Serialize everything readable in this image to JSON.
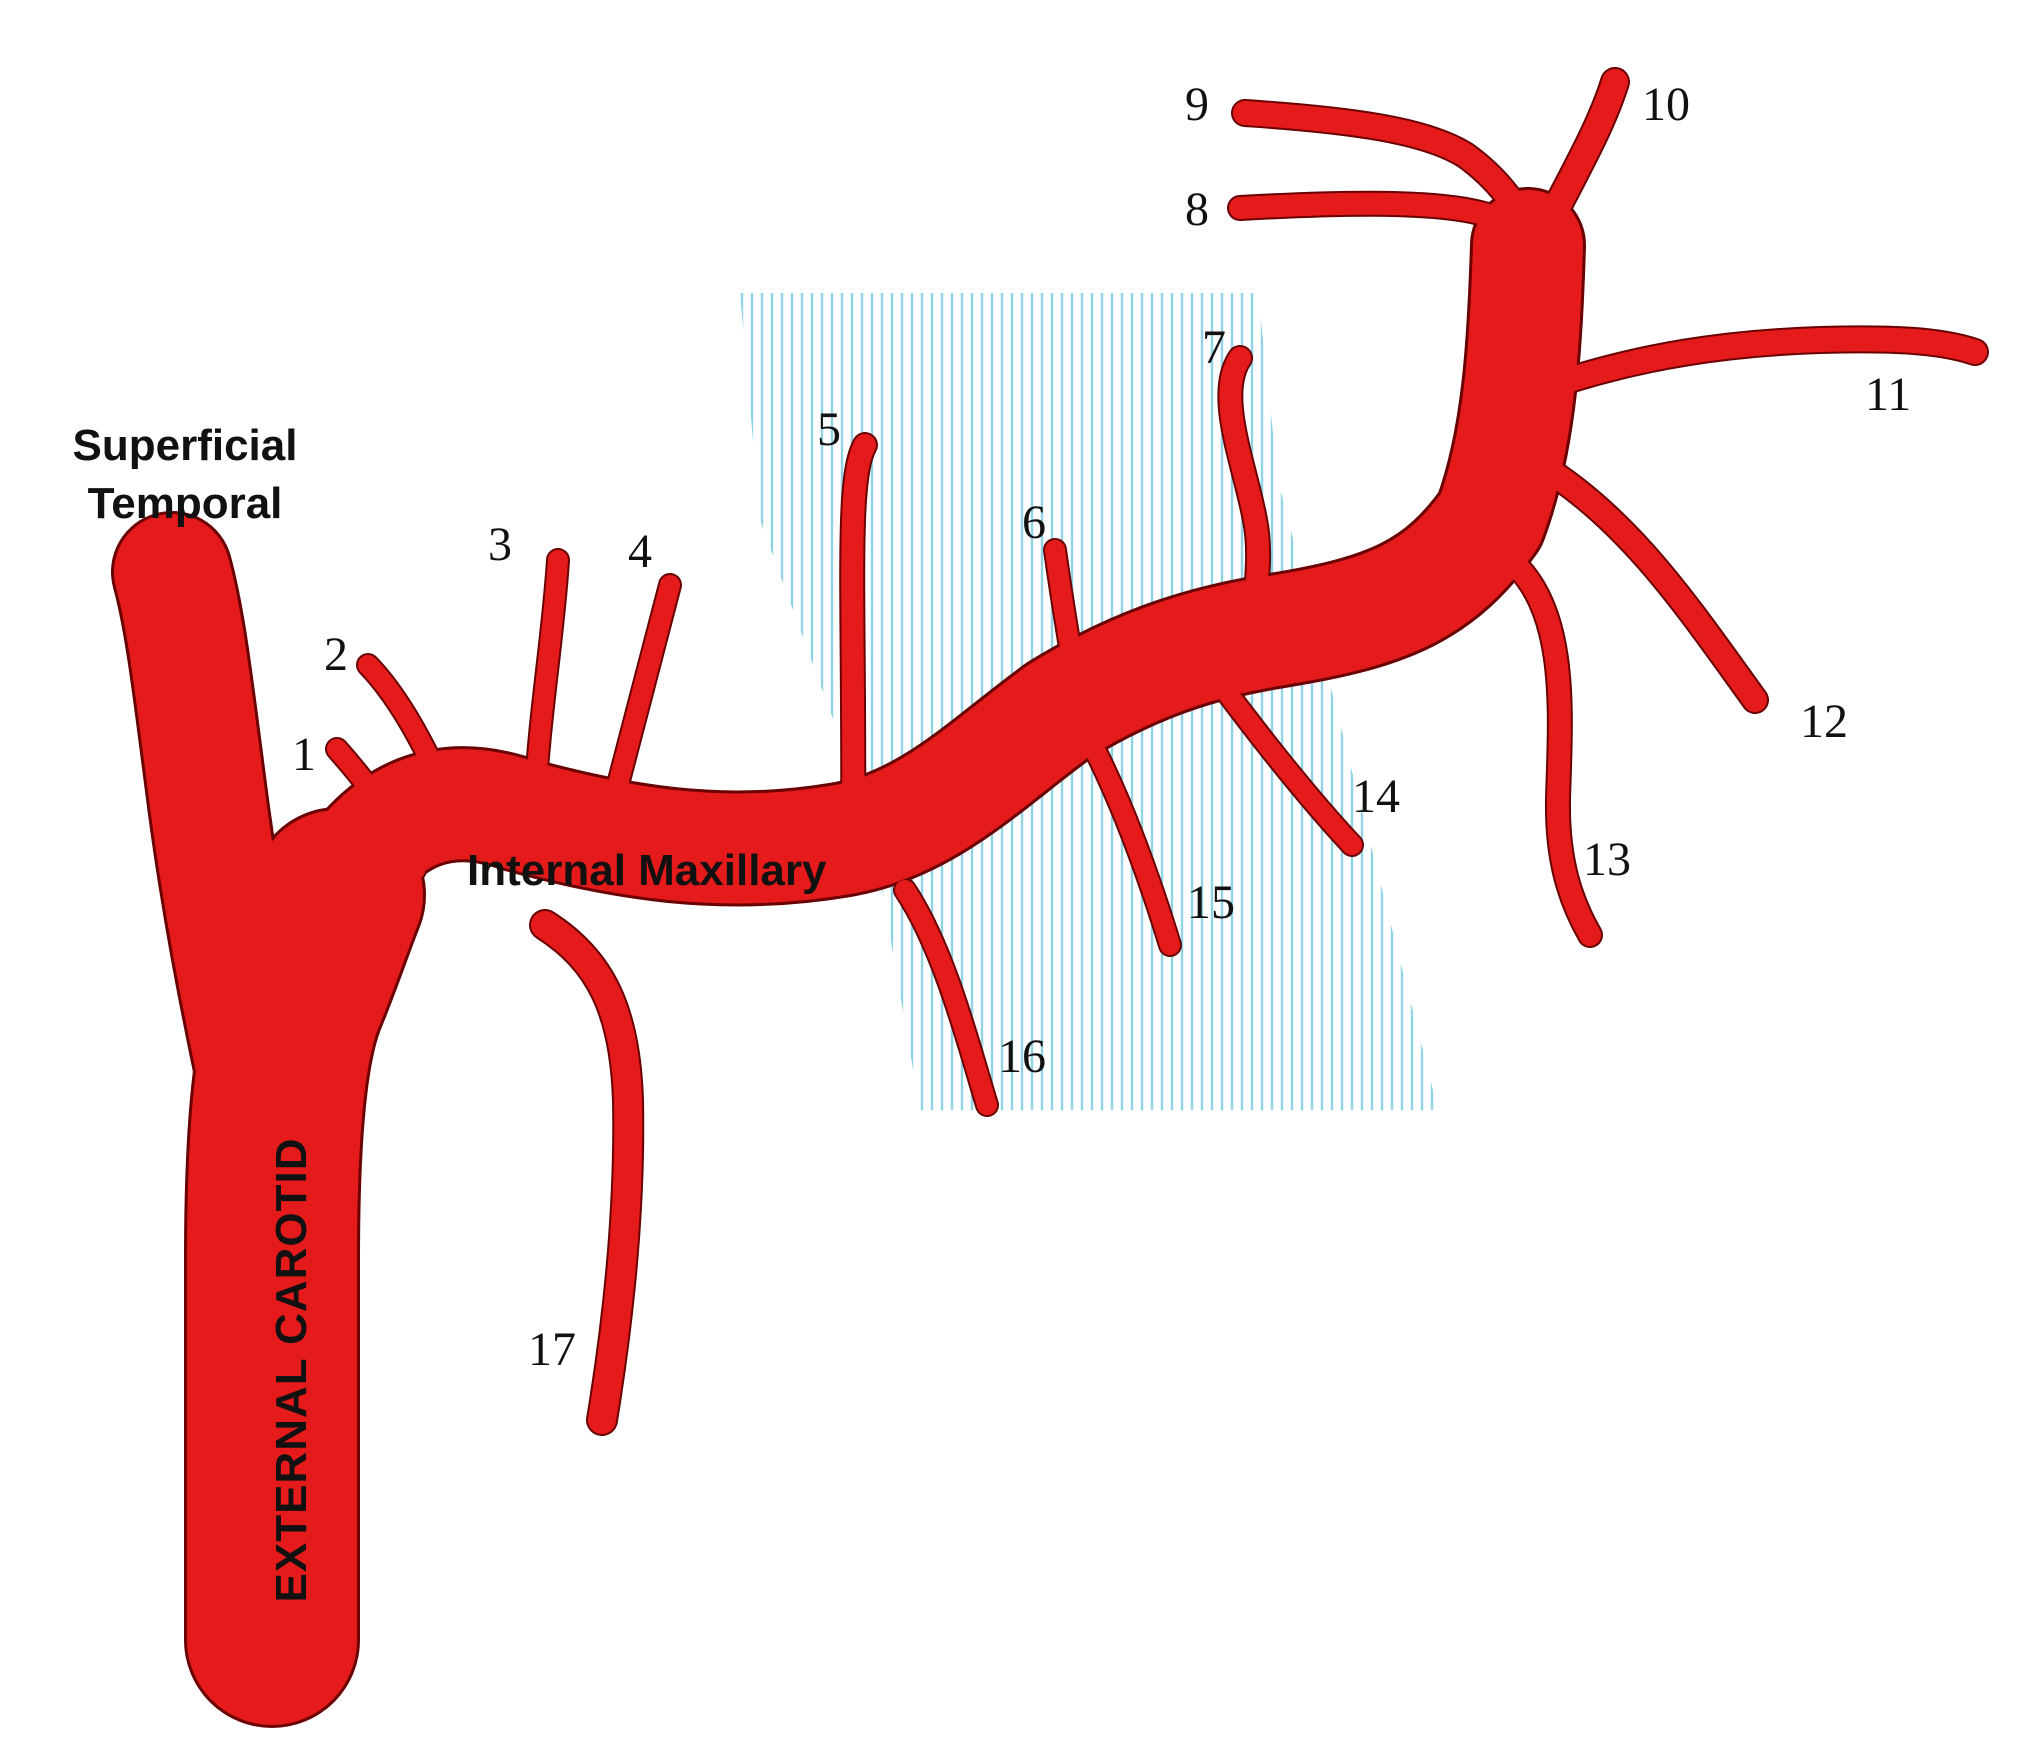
{
  "labels": {
    "superficial_temporal_line1": "Superficial",
    "superficial_temporal_line2": "Temporal",
    "internal_maxillary": "Internal Maxillary",
    "external_carotid": "EXTERNAL CAROTID"
  },
  "branch_numbers": {
    "b1": "1",
    "b2": "2",
    "b3": "3",
    "b4": "4",
    "b5": "5",
    "b6": "6",
    "b7": "7",
    "b8": "8",
    "b9": "9",
    "b10": "10",
    "b11": "11",
    "b12": "12",
    "b13": "13",
    "b14": "14",
    "b15": "15",
    "b16": "16",
    "b17": "17"
  },
  "colors": {
    "artery": "#e51b1b",
    "outline": "#6a0000",
    "hatch": "#8fd3e6",
    "text": "#111111"
  }
}
